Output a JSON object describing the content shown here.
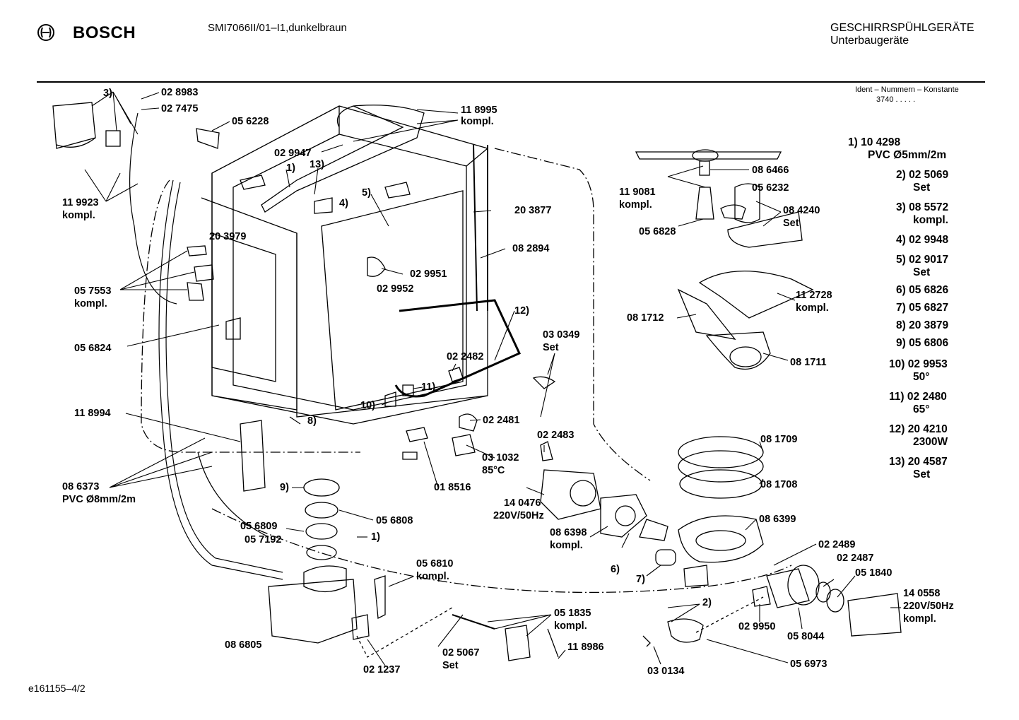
{
  "header": {
    "brand": "BOSCH",
    "model": "SMI7066II/01–I1,dunkelbraun",
    "category_line1": "GESCHIRRSPÜHLGERÄTE",
    "category_line2": "Unterbaugeräte",
    "ident_title": "Ident – Nummern – Konstante",
    "ident_value": "3740 . . . . ."
  },
  "labels": {
    "p3": "3)",
    "p028983": "02 8983",
    "p027475": "02 7475",
    "p056228": "05 6228",
    "p118995": "11 8995",
    "p118995k": "kompl.",
    "p029947": "02 9947",
    "p1": "1)",
    "p13": "13)",
    "p4": "4)",
    "p5": "5)",
    "p119923": "11 9923",
    "p119923k": "kompl.",
    "p203979": "20 3979",
    "p203877": "20 3877",
    "p082894": "08 2894",
    "p029951": "02 9951",
    "p029952": "02 9952",
    "p057553": "05 7553",
    "p057553k": "kompl.",
    "p056824": "05 6824",
    "p12": "12)",
    "p030349": "03 0349",
    "p030349s": "Set",
    "p022482": "02 2482",
    "p11": "11)",
    "p10": "10)",
    "p118994": "11 8994",
    "p8": "8)",
    "p022481": "02 2481",
    "p022483": "02 2483",
    "p031032": "03 1032",
    "p031032t": "85°C",
    "p018516": "01 8516",
    "p086373": "08 6373",
    "p086373t": "PVC Ø8mm/2m",
    "p9": "9)",
    "p056809": "05 6809",
    "p056808": "05 6808",
    "p057192": "05 7192",
    "p1b": "1)",
    "p056810": "05 6810",
    "p056810k": "kompl.",
    "p086805": "08 6805",
    "p021237": "02 1237",
    "p025067": "02 5067",
    "p025067s": "Set",
    "p051835": "05 1835",
    "p051835k": "kompl.",
    "p118986": "11 8986",
    "p086466": "08 6466",
    "p119081": "11 9081",
    "p119081k": "kompl.",
    "p056232": "05 6232",
    "p084240": "08 4240",
    "p084240s": "Set",
    "p056828": "05 6828",
    "p112728": "11 2728",
    "p112728k": "kompl.",
    "p081712": "08 1712",
    "p081711": "08 1711",
    "p081709": "08 1709",
    "p081708": "08 1708",
    "p140476": "14 0476",
    "p140476t": "220V/50Hz",
    "p086399": "08 6399",
    "p086398": "08 6398",
    "p086398k": "kompl.",
    "p6": "6)",
    "p7": "7)",
    "p022489": "02 2489",
    "p022487": "02 2487",
    "p051840": "05 1840",
    "p140558": "14 0558",
    "p140558t": "220V/50Hz",
    "p140558k": "kompl.",
    "p2": "2)",
    "p029950": "02 9950",
    "p058044": "05 8044",
    "p030134": "03 0134",
    "p056973": "05 6973"
  },
  "legend": [
    {
      "n": "1)",
      "code": "10 4298",
      "note": "PVC Ø5mm/2m"
    },
    {
      "n": "2)",
      "code": "02 5069",
      "note": "Set"
    },
    {
      "n": "3)",
      "code": "08 5572",
      "note": "kompl."
    },
    {
      "n": "4)",
      "code": "02 9948",
      "note": ""
    },
    {
      "n": "5)",
      "code": "02 9017",
      "note": "Set"
    },
    {
      "n": "6)",
      "code": "05 6826",
      "note": ""
    },
    {
      "n": "7)",
      "code": "05 6827",
      "note": ""
    },
    {
      "n": "8)",
      "code": "20 3879",
      "note": ""
    },
    {
      "n": "9)",
      "code": "05 6806",
      "note": ""
    },
    {
      "n": "10)",
      "code": "02 9953",
      "note": "50°"
    },
    {
      "n": "11)",
      "code": "02 2480",
      "note": "65°"
    },
    {
      "n": "12)",
      "code": "20 4210",
      "note": "2300W"
    },
    {
      "n": "13)",
      "code": "20 4587",
      "note": "Set"
    }
  ],
  "footer": {
    "code": "e161155–4/2"
  }
}
